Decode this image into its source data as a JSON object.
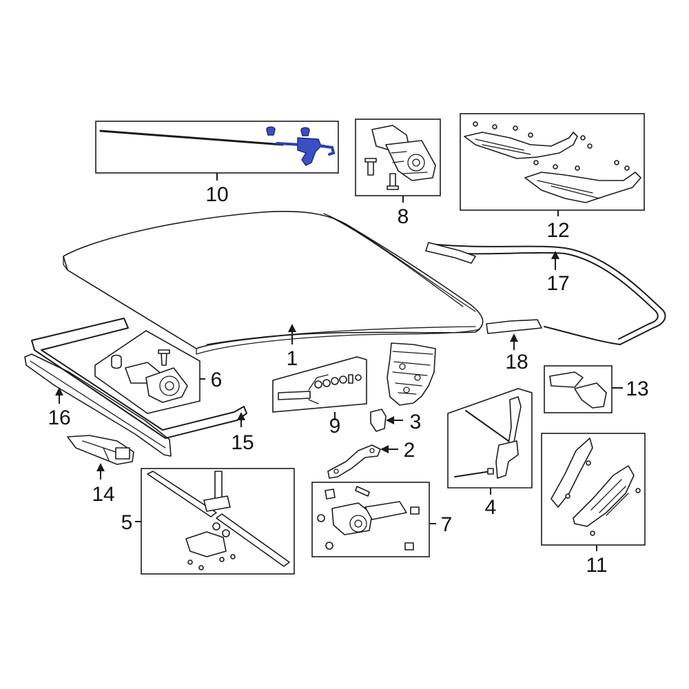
{
  "diagram": {
    "highlight_color": "#3b4fc4",
    "line_color": "#1a1a1a",
    "highlighted_part": "10",
    "callouts": [
      {
        "id": "c1",
        "label": "1"
      },
      {
        "id": "c2",
        "label": "2"
      },
      {
        "id": "c3",
        "label": "3"
      },
      {
        "id": "c4",
        "label": "4"
      },
      {
        "id": "c5",
        "label": "5"
      },
      {
        "id": "c6",
        "label": "6"
      },
      {
        "id": "c7",
        "label": "7"
      },
      {
        "id": "c8",
        "label": "8"
      },
      {
        "id": "c9",
        "label": "9"
      },
      {
        "id": "c10",
        "label": "10"
      },
      {
        "id": "c11",
        "label": "11"
      },
      {
        "id": "c12",
        "label": "12"
      },
      {
        "id": "c13",
        "label": "13"
      },
      {
        "id": "c14",
        "label": "14"
      },
      {
        "id": "c15",
        "label": "15"
      },
      {
        "id": "c16",
        "label": "16"
      },
      {
        "id": "c17",
        "label": "17"
      },
      {
        "id": "c18",
        "label": "18"
      }
    ]
  }
}
